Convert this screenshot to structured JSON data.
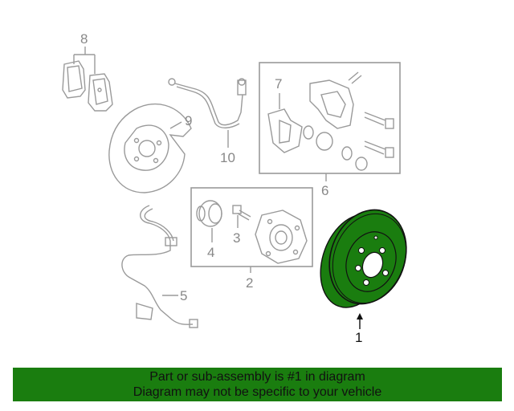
{
  "diagram": {
    "callouts": {
      "part1": "1",
      "part2": "2",
      "part3": "3",
      "part4": "4",
      "part5": "5",
      "part6": "6",
      "part7": "7",
      "part8": "8",
      "part9": "9",
      "part10": "10"
    },
    "highlight_color": "#1a7d0f",
    "line_color": "#9a9a9a"
  },
  "banner": {
    "line1": "Part or sub-assembly is #1 in diagram",
    "line2": "Diagram may not be specific to your vehicle",
    "background": "#1a7d0f"
  }
}
